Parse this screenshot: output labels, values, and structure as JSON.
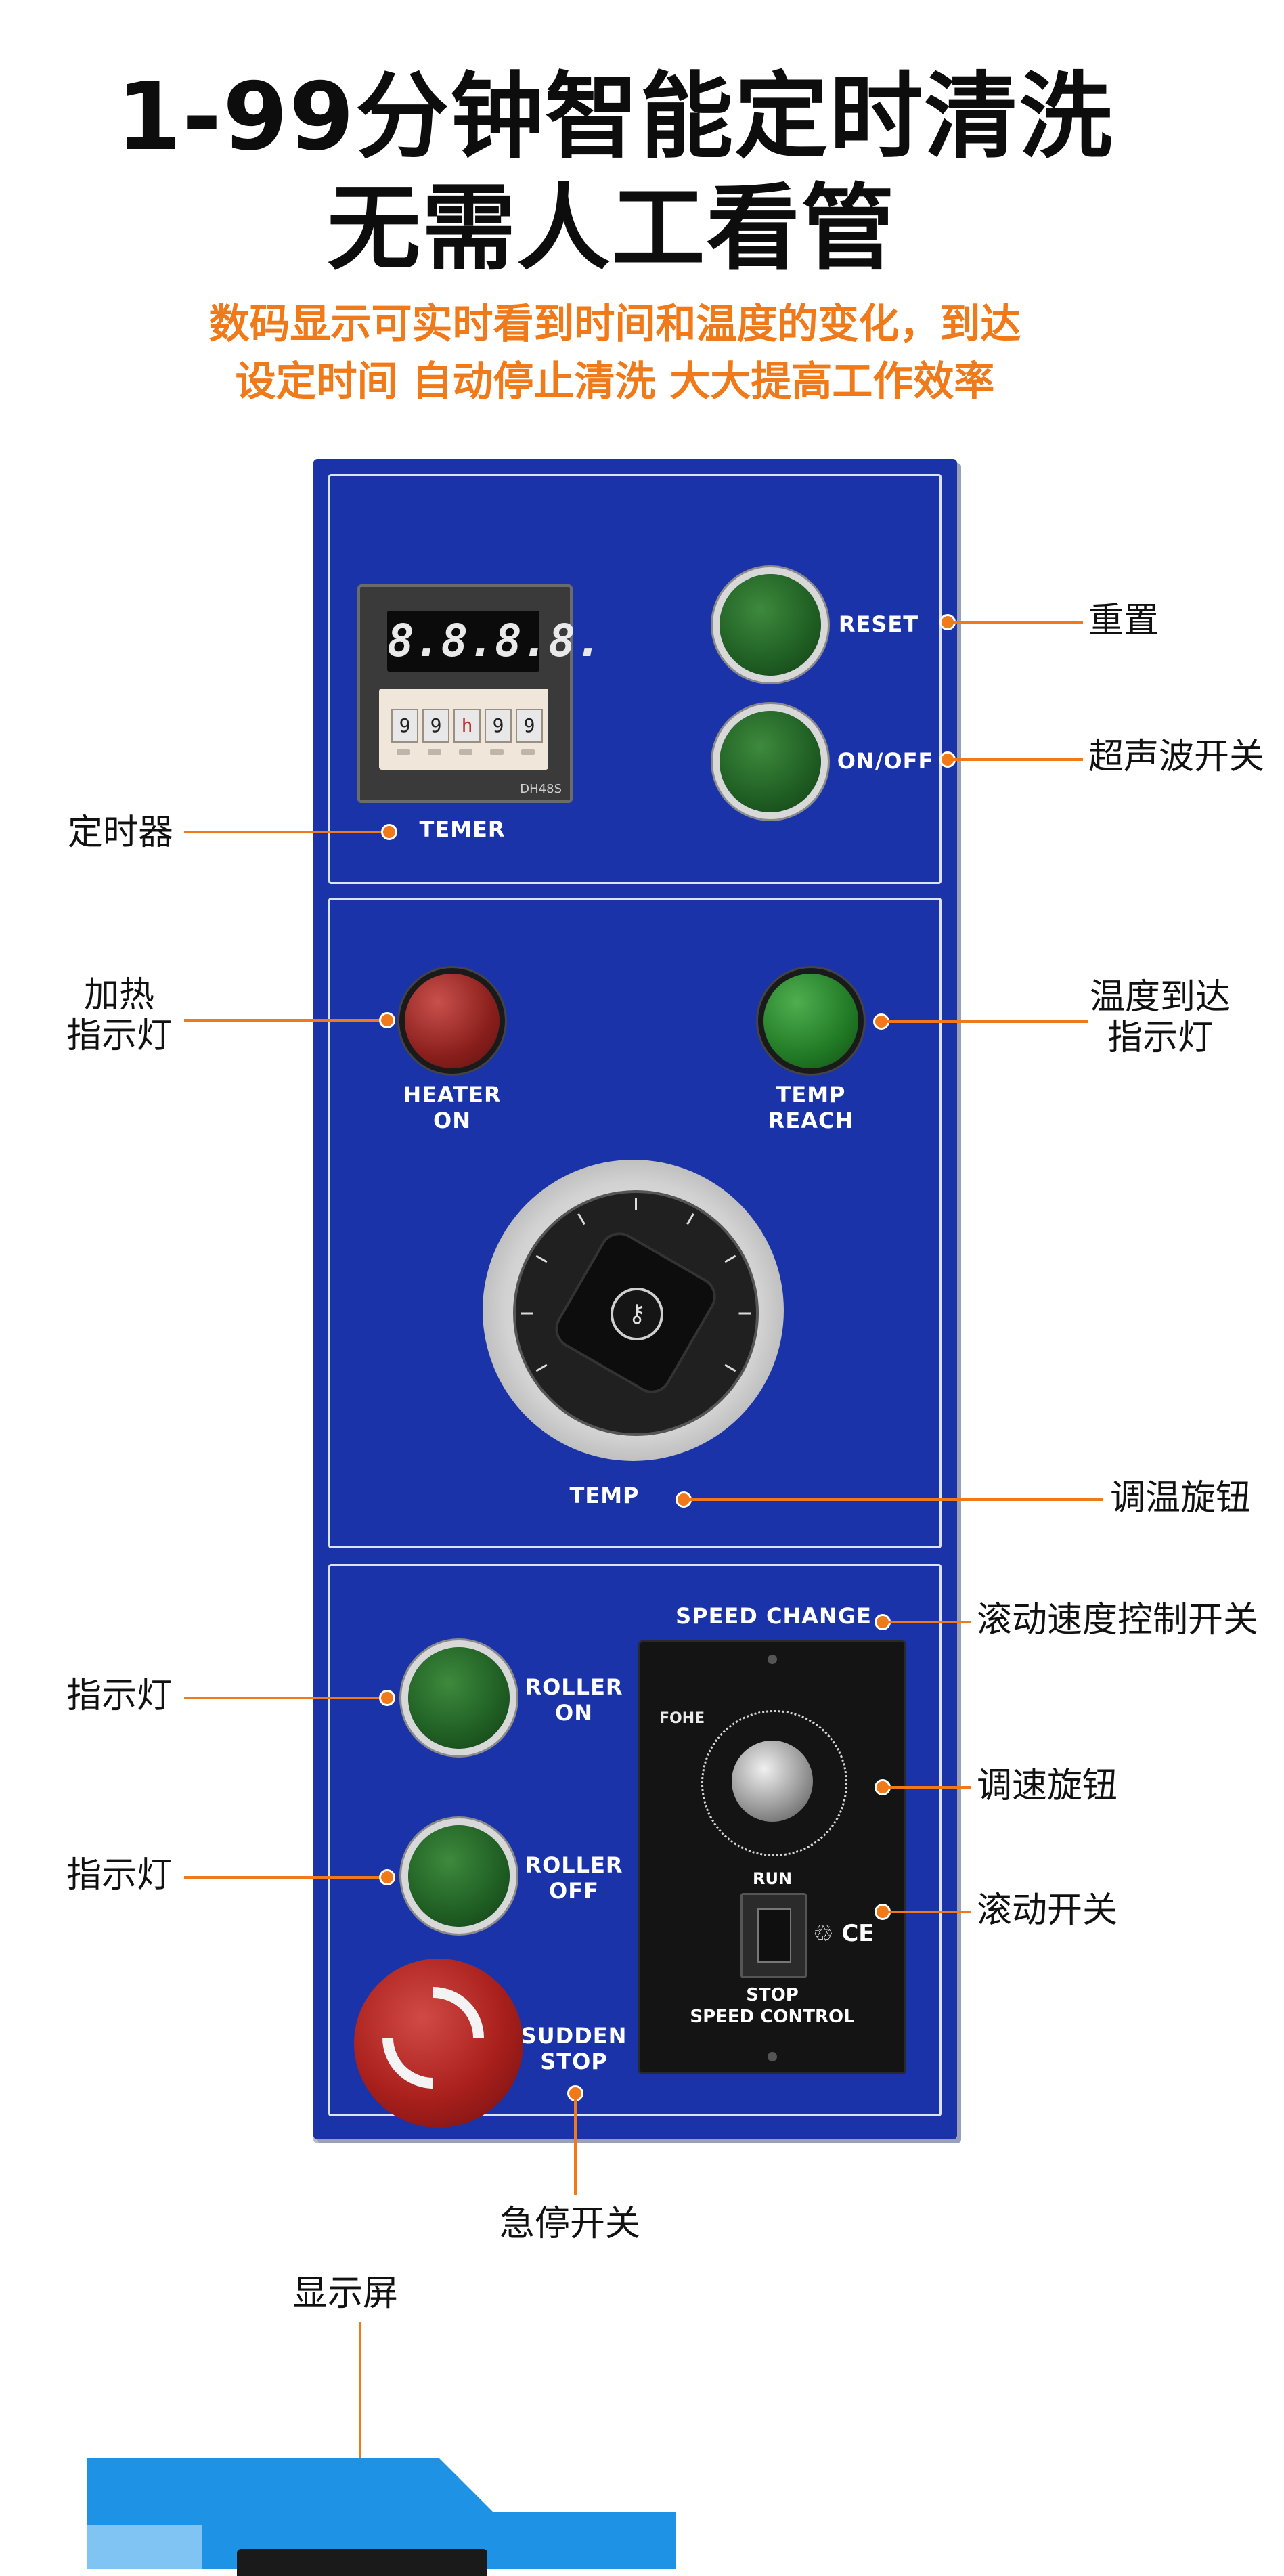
{
  "headline": {
    "line1": "1-99分钟智能定时清洗",
    "line2": "无需人工看管",
    "sub1": "数码显示可实时看到时间和温度的变化，到达",
    "sub2": "设定时间 自动停止清洗 大大提高工作效率"
  },
  "panel": {
    "timer": {
      "display": "8.8.8.8.",
      "digits": [
        "9",
        "9",
        "h",
        "9",
        "9"
      ],
      "brand": "DH48S",
      "label": "TEMER"
    },
    "reset_label": "RESET",
    "onoff_label": "ON/OFF",
    "heater_label": "HEATER\nON",
    "temp_reach_label": "TEMP\nREACH",
    "temp_label": "TEMP",
    "speed_change_label": "SPEED CHANGE",
    "roller_on_label": "ROLLER\nON",
    "roller_off_label": "ROLLER\nOFF",
    "sudden_stop_label": "SUDDEN\nSTOP",
    "speed_controller": {
      "brand": "FOHE",
      "run": "RUN",
      "ce": "♲ CE",
      "stop": "STOP\nSPEED CONTROL"
    }
  },
  "callouts": {
    "reset": "重置",
    "ultrasonic": "超声波开关",
    "timer": "定时器",
    "heating_light": "加热\n指示灯",
    "temp_reach_light": "温度到达\n指示灯",
    "temp_knob": "调温旋钮",
    "roller_speed_switch": "滚动速度控制开关",
    "indicator1": "指示灯",
    "speed_knob": "调速旋钮",
    "indicator2": "指示灯",
    "roller_switch": "滚动开关",
    "estop": "急停开关",
    "display": "显示屏"
  },
  "colors": {
    "panel_blue": "#1a33a8",
    "accent_orange": "#f07a1a",
    "machine_blue": "#1e93e6"
  }
}
